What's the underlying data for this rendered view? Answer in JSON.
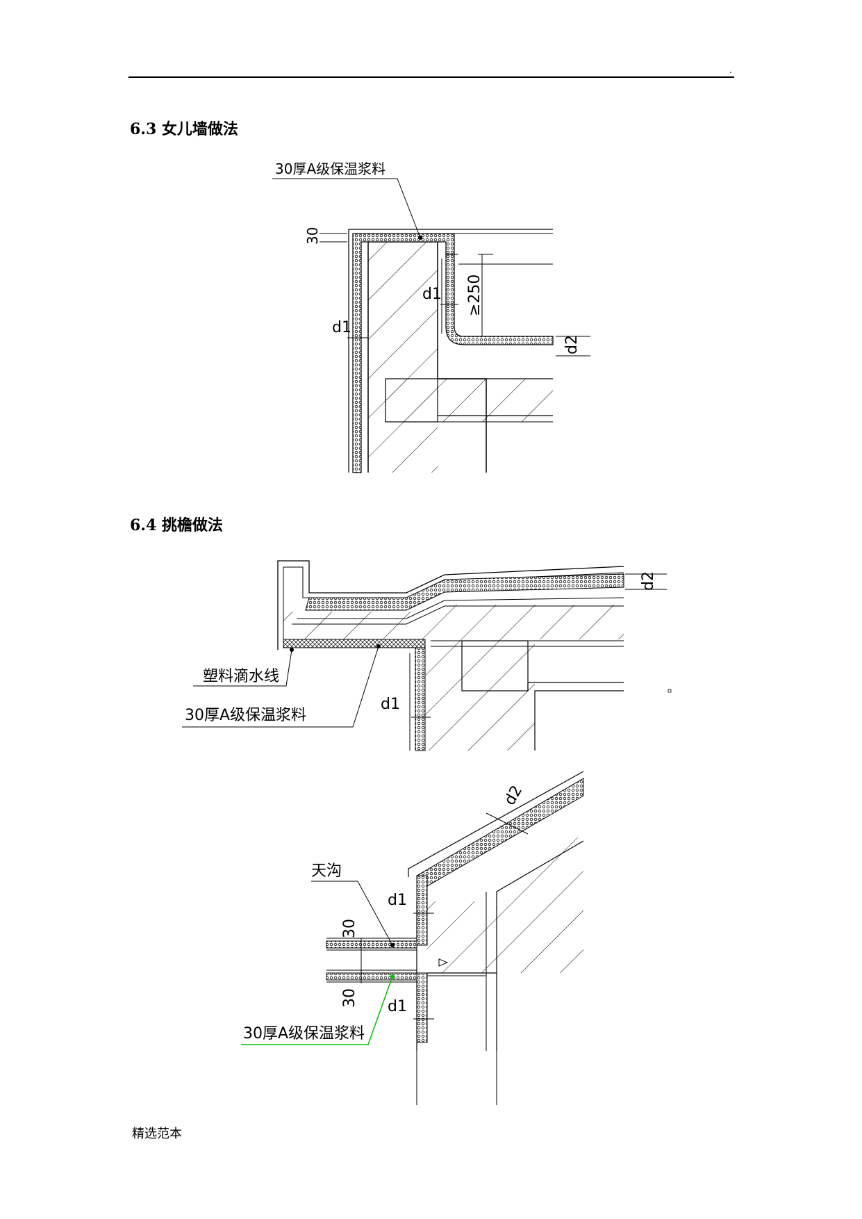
{
  "header": {
    "dot": "."
  },
  "sections": [
    {
      "title": "6.3 女儿墙做法"
    },
    {
      "title": "6.4 挑檐做法"
    }
  ],
  "figure1": {
    "label_insulation": "30厚A级保温浆料",
    "dim_top": "30",
    "dim_d1_left": "d1",
    "dim_d1_inner": "d1",
    "dim_250": "≥250",
    "dim_d2": "d2"
  },
  "figure2": {
    "label_drip": "塑料滴水线",
    "label_insulation": "30厚A级保温浆料",
    "dim_d1": "d1",
    "dim_d2": "d2"
  },
  "figure3": {
    "label_gutter": "天沟",
    "label_insulation": "30厚A级保温浆料",
    "dim_d1_top": "d1",
    "dim_d1_bottom": "d1",
    "dim_30_top": "30",
    "dim_30_bottom": "30",
    "dim_d2": "d2"
  },
  "footer": {
    "text": "精选范本"
  },
  "colors": {
    "leader_highlight": "#00c000"
  }
}
